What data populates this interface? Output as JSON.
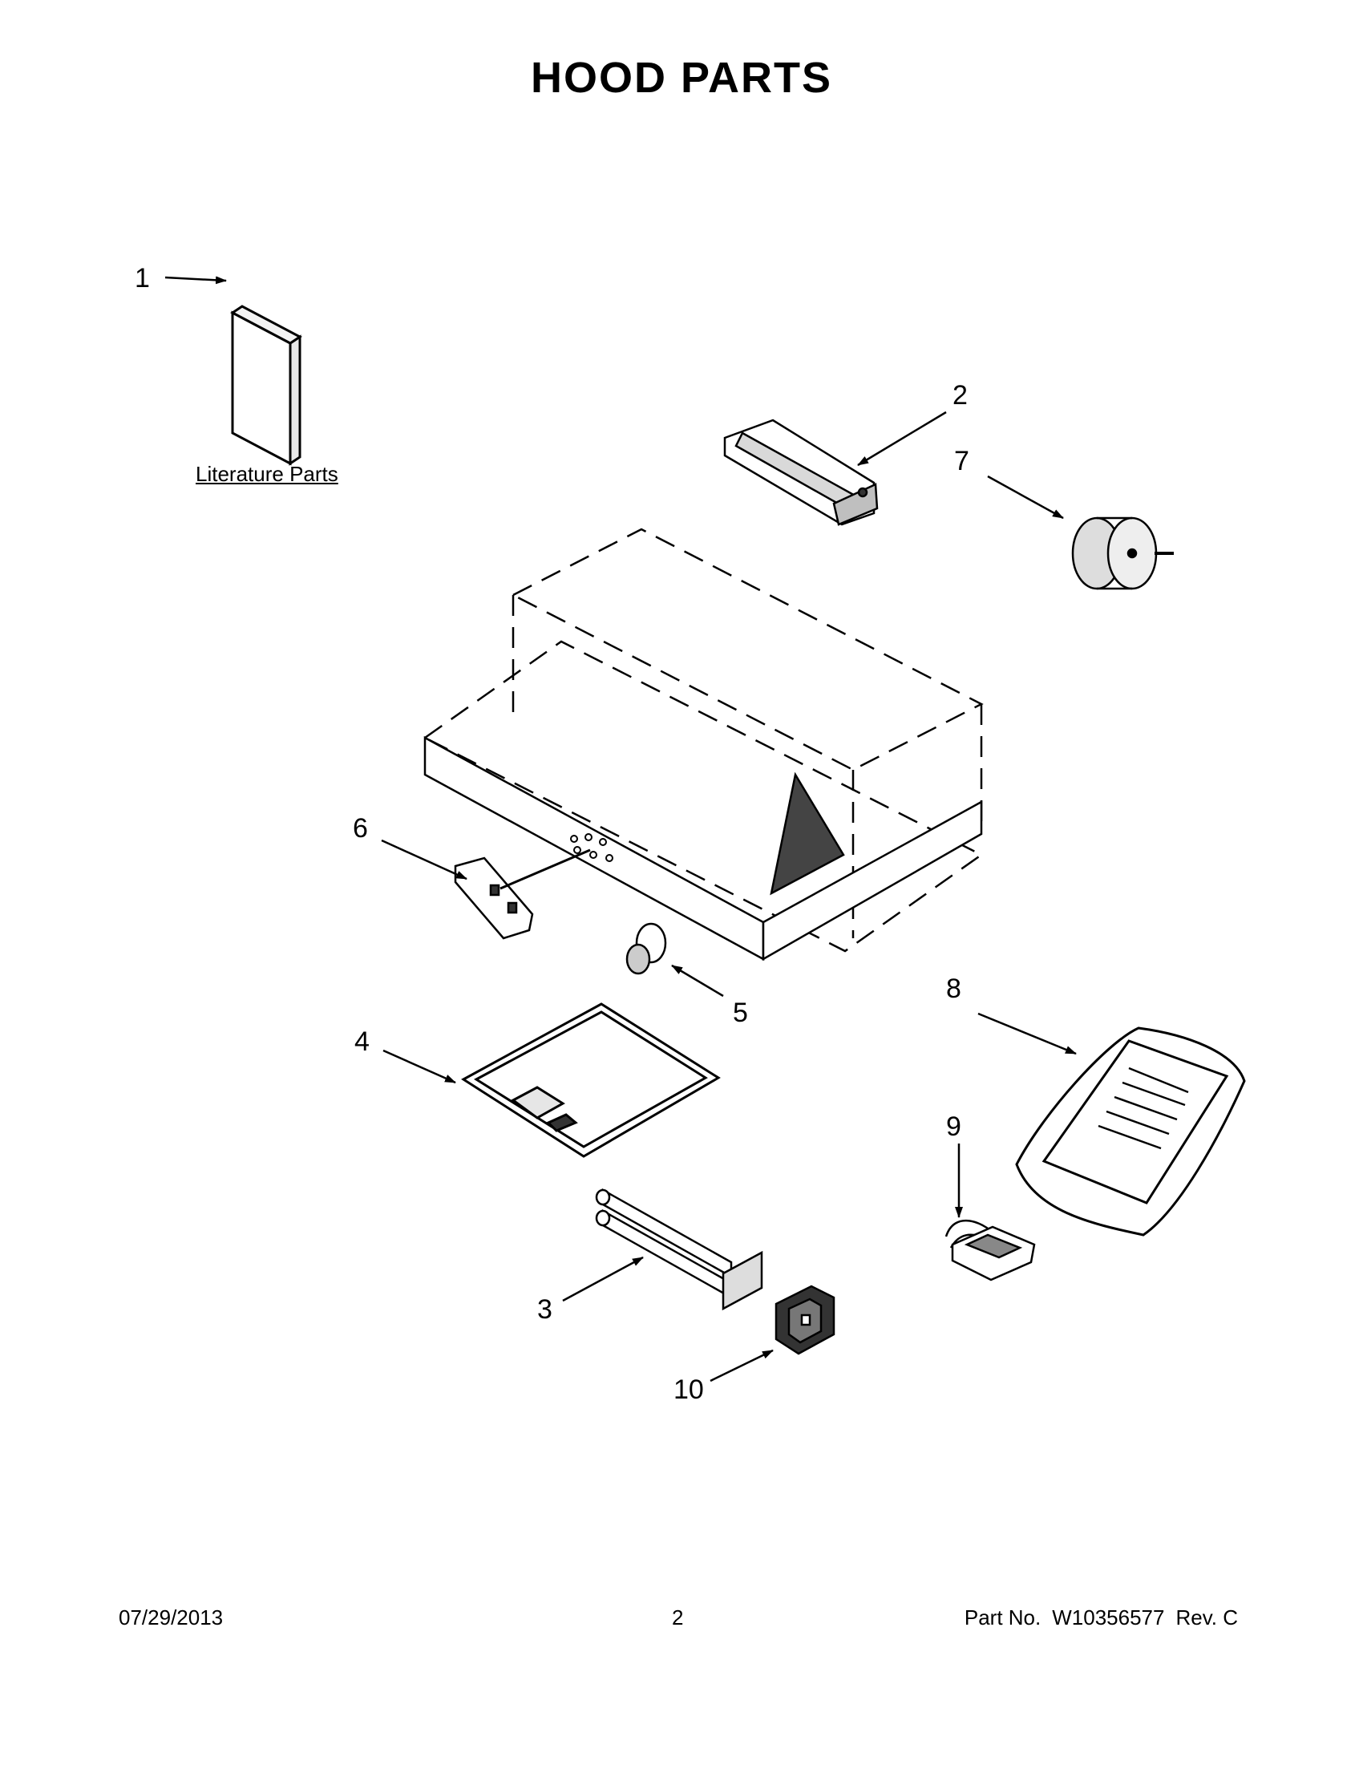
{
  "title": "HOOD PARTS",
  "literature_label": "Literature Parts",
  "callouts": [
    "1",
    "2",
    "3",
    "4",
    "5",
    "6",
    "7",
    "8",
    "9",
    "10"
  ],
  "footer": {
    "date": "07/29/2013",
    "page": "2",
    "part_label": "Part No.",
    "part_number": "W10356577",
    "rev": "Rev.  C"
  }
}
